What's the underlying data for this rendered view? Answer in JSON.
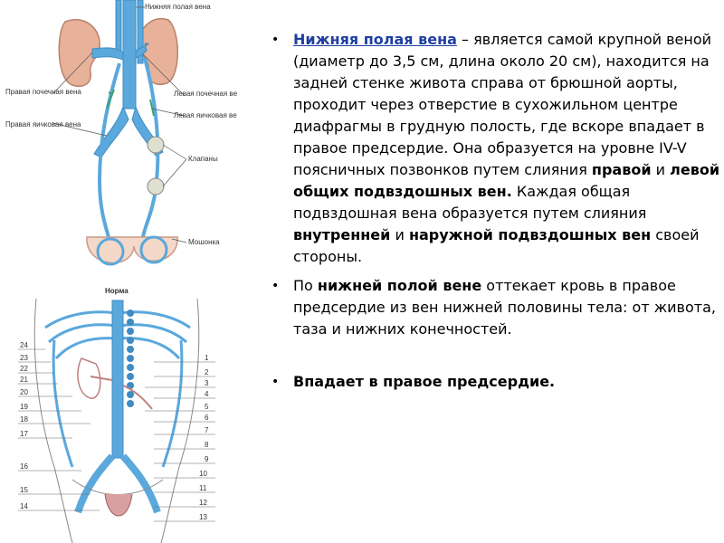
{
  "figure_top": {
    "labels": {
      "ivc": "Нижняя полая вена",
      "right_renal": "Правая почечная вена",
      "right_testicular": "Правая яичковая вена",
      "left_renal": "Левая почечная вена",
      "left_testicular": "Левая яичковая вена",
      "valves": "Клапаны",
      "scrotum": "Мошонка"
    }
  },
  "figure_bottom": {
    "caption": "Норма",
    "numbers_left": [
      "24",
      "23",
      "22",
      "21",
      "20",
      "19",
      "18",
      "17",
      "16",
      "15",
      "14"
    ],
    "numbers_right": [
      "1",
      "2",
      "3",
      "4",
      "5",
      "6",
      "7",
      "8",
      "9",
      "10",
      "11",
      "12",
      "13"
    ]
  },
  "bullets": [
    {
      "segments": [
        {
          "text": "Нижняя полая вена",
          "style": "title"
        },
        {
          "text": " – является самой крупной веной (диаметр до 3,5 см, длина около 20 см), находится на задней стенке живота справа от брюшной аорты, проходит через отверстие в сухожильном центре диафрагмы в грудную полость, где вскоре впадает в правое предсердие. Она образуется на уровне IV-V поясничных позвонков путем слияния ",
          "style": "normal"
        },
        {
          "text": "правой",
          "style": "bold"
        },
        {
          "text": " и ",
          "style": "normal"
        },
        {
          "text": "левой общих подвздошных вен.",
          "style": "bold"
        },
        {
          "text": " Каждая общая подвздошная вена образуется путем слияния ",
          "style": "normal"
        },
        {
          "text": "внутренней",
          "style": "bold"
        },
        {
          "text": " и ",
          "style": "normal"
        },
        {
          "text": "наружной подвздошных вен",
          "style": "bold"
        },
        {
          "text": " своей стороны.",
          "style": "normal"
        }
      ]
    },
    {
      "segments": [
        {
          "text": "По ",
          "style": "normal"
        },
        {
          "text": "нижней полой вене",
          "style": "bold"
        },
        {
          "text": " оттекает кровь в правое предсердие из вен нижней половины тела: от живота, таза и нижних конечностей.",
          "style": "normal"
        }
      ]
    },
    {
      "segments": [
        {
          "text": "Впадает в правое предсердие.",
          "style": "bold"
        }
      ]
    }
  ],
  "colors": {
    "vein": "#5aa8dc",
    "vein_dark": "#3f8cc4",
    "kidney": "#e8b29a",
    "title_link": "#1f3fa0"
  }
}
